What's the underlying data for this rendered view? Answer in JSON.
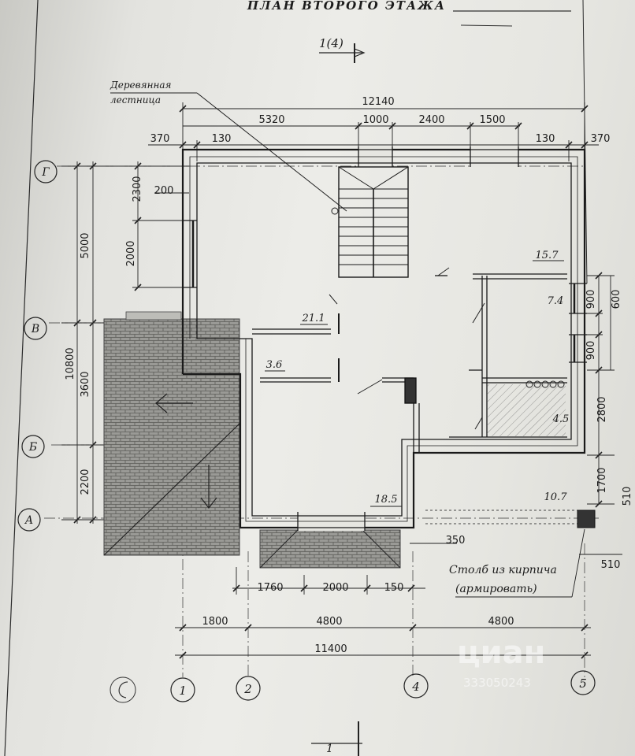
{
  "title": "ПЛАН ВТОРОГО ЭТАЖА",
  "section_mark": "1(4)",
  "section_mark_bottom": "1",
  "stair_label": [
    "Деревянная",
    "лестница"
  ],
  "brick_note": [
    "Столб из кирпича",
    "(армировать)"
  ],
  "dimensions": {
    "top_total": "12140",
    "top_chain": [
      "5320",
      "1000",
      "2400",
      "1500"
    ],
    "top_370_left": "370",
    "top_130_left": "130",
    "top_130_right": "130",
    "top_370_right": "370",
    "left_2300": "2300",
    "left_200": "200",
    "left_2000": "2000",
    "left_5000": "5000",
    "left_10800": "10800",
    "left_3600": "3600",
    "left_2200": "2200",
    "right_900a": "900",
    "right_600": "600",
    "right_900b": "900",
    "right_2800": "2800",
    "right_1700": "1700",
    "right_510a": "510",
    "right_510b": "510",
    "bottom_1760": "1760",
    "bottom_2000": "2000",
    "bottom_150": "150",
    "bottom_350": "350",
    "bottom_chain": [
      "1800",
      "4800",
      "4800"
    ],
    "bottom_total": "11400"
  },
  "rooms": [
    "21.1",
    "15.7",
    "7.4",
    "3.6",
    "4.5",
    "18.5",
    "10.7"
  ],
  "axes_letters": [
    "Г",
    "В",
    "Б",
    "А"
  ],
  "axes_numbers": [
    "1",
    "2",
    "4",
    "5"
  ],
  "watermark": {
    "brand": "циан",
    "code": "333050243"
  }
}
